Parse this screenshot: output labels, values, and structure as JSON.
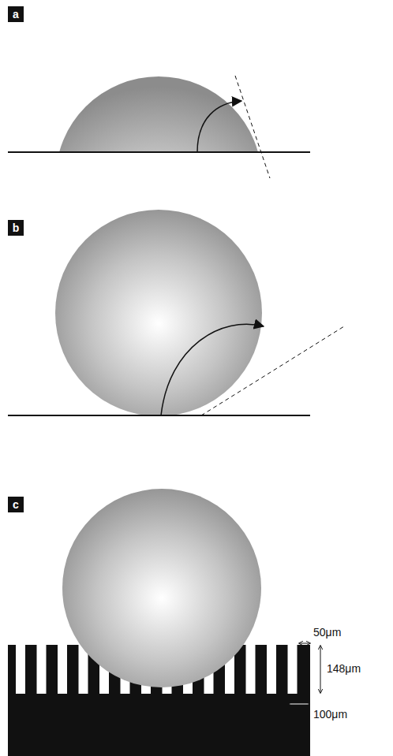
{
  "diagram": {
    "labels": [
      "a",
      "b",
      "c",
      "50μm",
      "148μm",
      "100μm"
    ]
  }
}
